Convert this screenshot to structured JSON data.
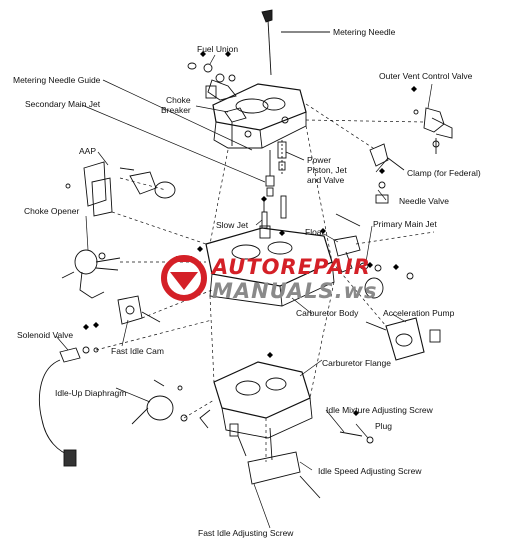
{
  "labels": {
    "metering_needle": "Metering Needle",
    "fuel_union": "Fuel Union",
    "metering_needle_guide": "Metering Needle Guide",
    "choke_breaker_1": "Choke",
    "choke_breaker_2": "Breaker",
    "outer_vent_control_valve": "Outer Vent Control Valve",
    "secondary_main_jet": "Secondary Main Jet",
    "aap": "AAP",
    "power_piston_1": "Power",
    "power_piston_2": "Piston, Jet",
    "power_piston_3": "and Valve",
    "clamp_federal": "Clamp (for Federal)",
    "needle_valve": "Needle Valve",
    "choke_opener": "Choke Opener",
    "slow_jet": "Slow Jet",
    "float": "Float",
    "primary_main_jet": "Primary Main Jet",
    "carburetor_body": "Carburetor Body",
    "acceleration_pump": "Acceleration Pump",
    "solenoid_valve": "Solenoid Valve",
    "fast_idle_cam": "Fast Idle Cam",
    "carburetor_flange": "Carburetor Flange",
    "idle_up_diaphragm": "Idle-Up Diaphragm",
    "idle_mixture_adjusting_screw": "Idle Mixture Adjusting Screw",
    "plug": "Plug",
    "idle_speed_adjusting_screw": "Idle Speed Adjusting Screw",
    "fast_idle_adjusting_screw": "Fast Idle Adjusting Screw"
  },
  "watermark": {
    "line1": "AUTOREPAIR",
    "line2": "MANUALS.ws",
    "color_primary": "#d42027",
    "color_secondary": "#8a8a8a"
  },
  "colors": {
    "ink": "#111111"
  }
}
